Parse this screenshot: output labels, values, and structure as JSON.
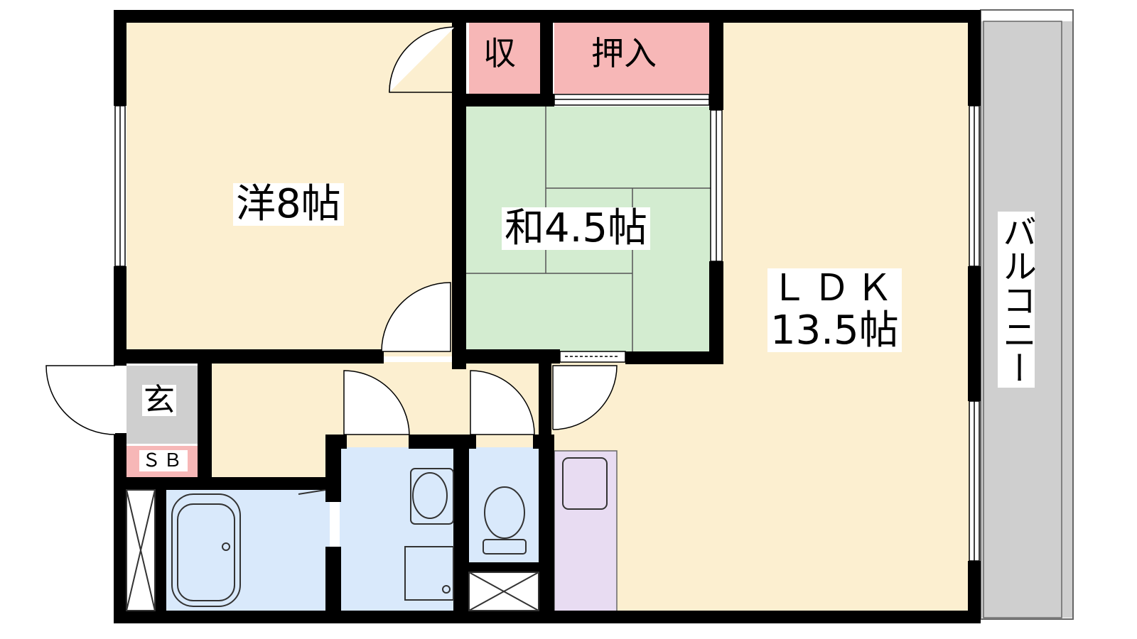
{
  "rooms": {
    "western_room": "洋8帖",
    "japanese_room": "和4.5帖",
    "ldk_line1": "ＬＤＫ",
    "ldk_line2": "13.5帖",
    "balcony": "バルコニー",
    "closet": "収",
    "oshiire": "押入",
    "entrance": "玄",
    "shoe_box": "ＳＢ"
  },
  "colors": {
    "wall": "#000000",
    "floor": "#fcefd0",
    "tatami": "#d3ecd0",
    "wet_area": "#d9e9fb",
    "storage": "#f7b7b7",
    "kitchen": "#e8dcf2",
    "balcony": "#cfcfcf",
    "entrance": "#cfcfcf"
  }
}
